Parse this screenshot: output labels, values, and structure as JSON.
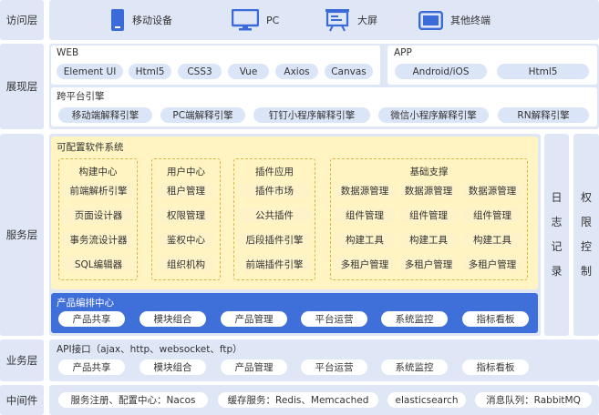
{
  "layers": {
    "access": "访问层",
    "presentation": "展现层",
    "service": "服务层",
    "business": "业务层",
    "middleware": "中间件"
  },
  "access": {
    "devices": [
      {
        "label": "移动设备",
        "icon": "mobile-icon"
      },
      {
        "label": "PC",
        "icon": "monitor-icon"
      },
      {
        "label": "大屏",
        "icon": "big-screen-icon"
      },
      {
        "label": "其他终端",
        "icon": "tablet-icon"
      }
    ]
  },
  "presentation": {
    "web": {
      "title": "WEB",
      "items": [
        "Element UI",
        "Html5",
        "CSS3",
        "Vue",
        "Axios",
        "Canvas"
      ]
    },
    "app": {
      "title": "APP",
      "items": [
        "Android/iOS",
        "Html5"
      ]
    },
    "cross": {
      "title": "跨平台引擎",
      "items": [
        "移动端解释引擎",
        "PC端解释引擎",
        "钉钉小程序解释引擎",
        "微信小程序解释引擎",
        "RN解释引擎"
      ]
    }
  },
  "service": {
    "config": {
      "title": "可配置软件系统",
      "build": {
        "title": "构建中心",
        "items": [
          "前端解析引擎",
          "页面设计器",
          "事务流设计器",
          "SQL编辑器"
        ]
      },
      "user": {
        "title": "用户中心",
        "items": [
          "租户管理",
          "权限管理",
          "鉴权中心",
          "组织机构"
        ]
      },
      "plugin": {
        "title": "插件应用",
        "items": [
          "插件市场",
          "公共插件",
          "后段插件引擎",
          "前端插件引擎"
        ]
      },
      "base": {
        "title": "基础支撑",
        "rows": [
          [
            "数据源管理",
            "数据源管理",
            "数据源管理"
          ],
          [
            "组件管理",
            "组件管理",
            "组件管理"
          ],
          [
            "构建工具",
            "构建工具",
            "构建工具"
          ],
          [
            "多租户管理",
            "多租户管理",
            "多租户管理"
          ]
        ]
      }
    },
    "orchestration": {
      "title": "产品编排中心",
      "items": [
        "产品共享",
        "模块组合",
        "产品管理",
        "平台运营",
        "系统监控",
        "指标看板"
      ]
    },
    "log": "日志记录",
    "permission": "权限控制"
  },
  "business": {
    "title": "API接口（ajax、http、websocket、ftp）",
    "items": [
      "产品共享",
      "模块组合",
      "产品管理",
      "平台运营",
      "系统监控",
      "指标看板"
    ]
  },
  "middleware": {
    "items": [
      "服务注册、配置中心：Nacos",
      "缓存服务：Redis、Memcached",
      "elasticsearch",
      "消息队列：RabbitMQ"
    ]
  },
  "colors": {
    "band": "#dfe7f6",
    "pill": "#dbe5f8",
    "icon_blue": "#3a6bd8",
    "config_bg": "#fff4c2",
    "config_dash": "#d9b54a",
    "orchestration_bg": "#3f6fd9"
  }
}
